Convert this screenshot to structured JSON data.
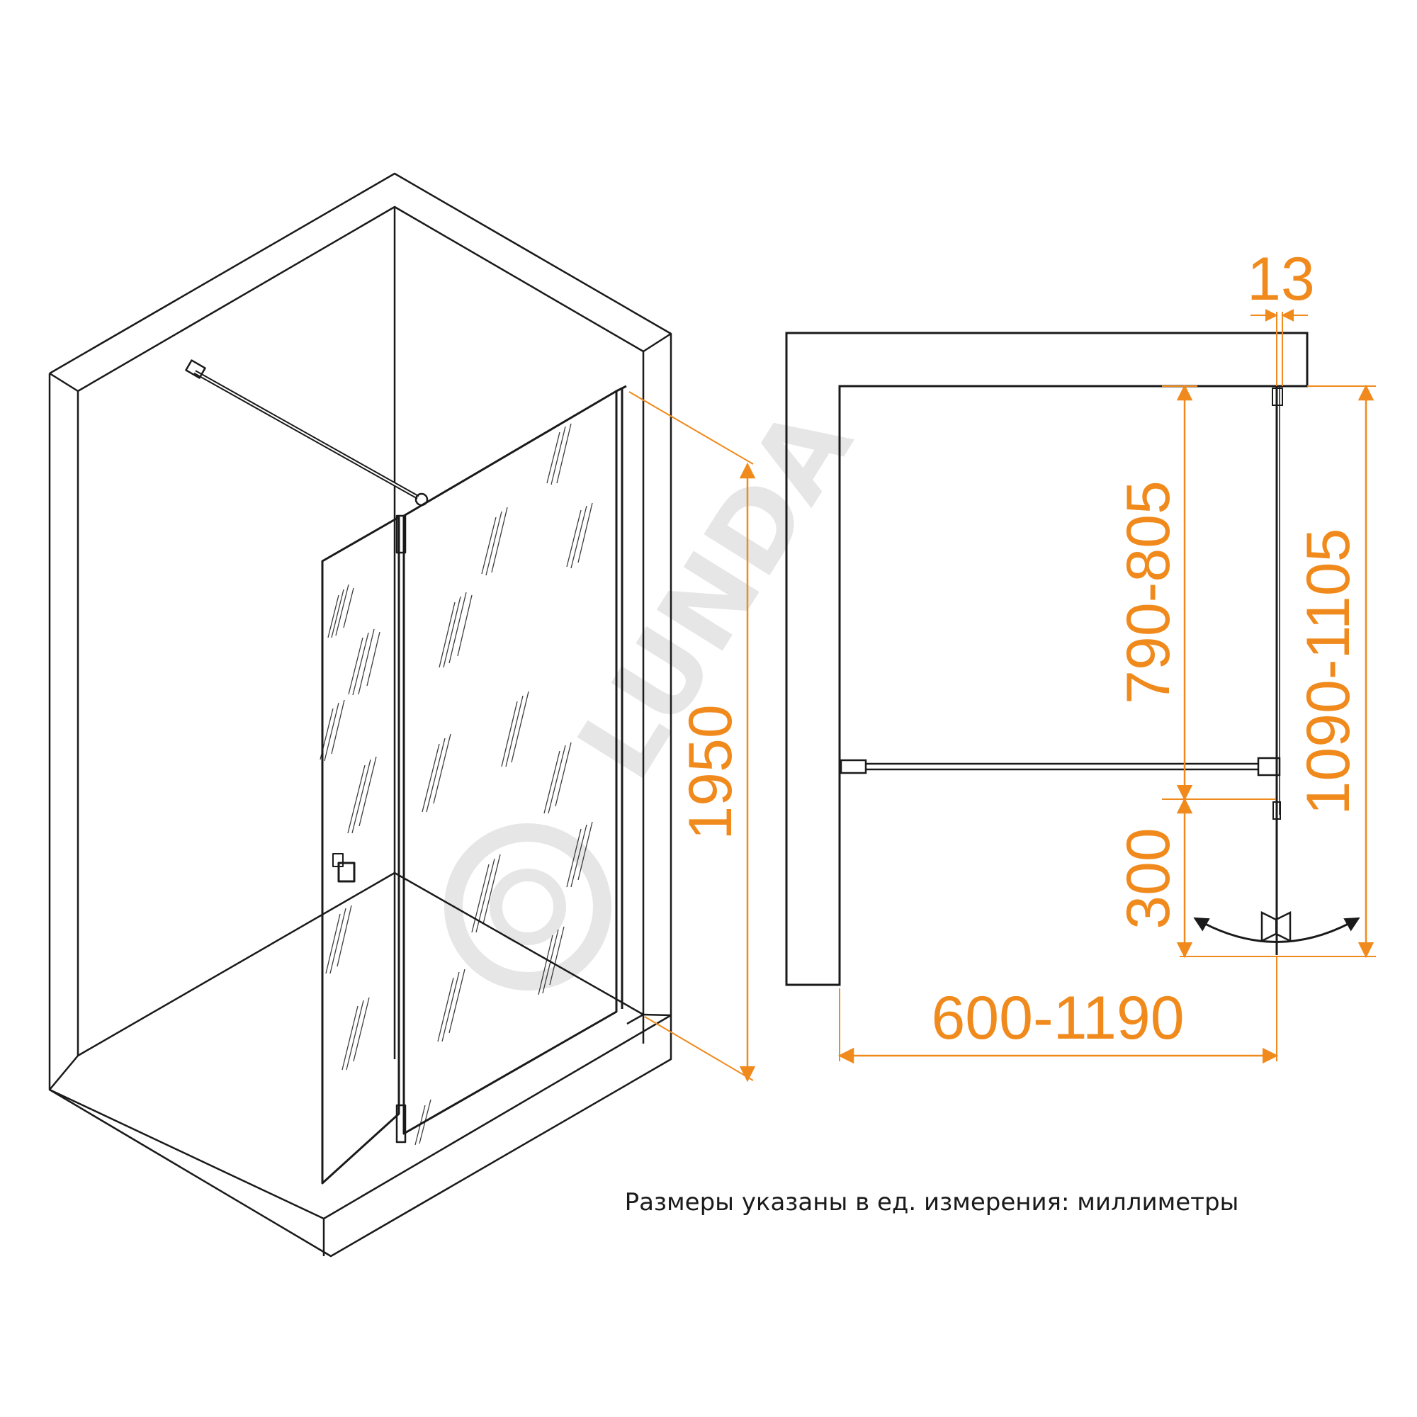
{
  "watermark": {
    "text": "LUNDA"
  },
  "dimensions": {
    "height": "1950",
    "top_gap": "13",
    "fixed_panel_width": "790-805",
    "total_depth": "1090-1105",
    "door_width": "300",
    "overall_width": "600-1190"
  },
  "caption": "Размеры указаны в ед. измерения: миллиметры",
  "colors": {
    "line": "#1a1a1a",
    "dimension": "#f08a1c",
    "watermark": "#e6e6e6"
  }
}
